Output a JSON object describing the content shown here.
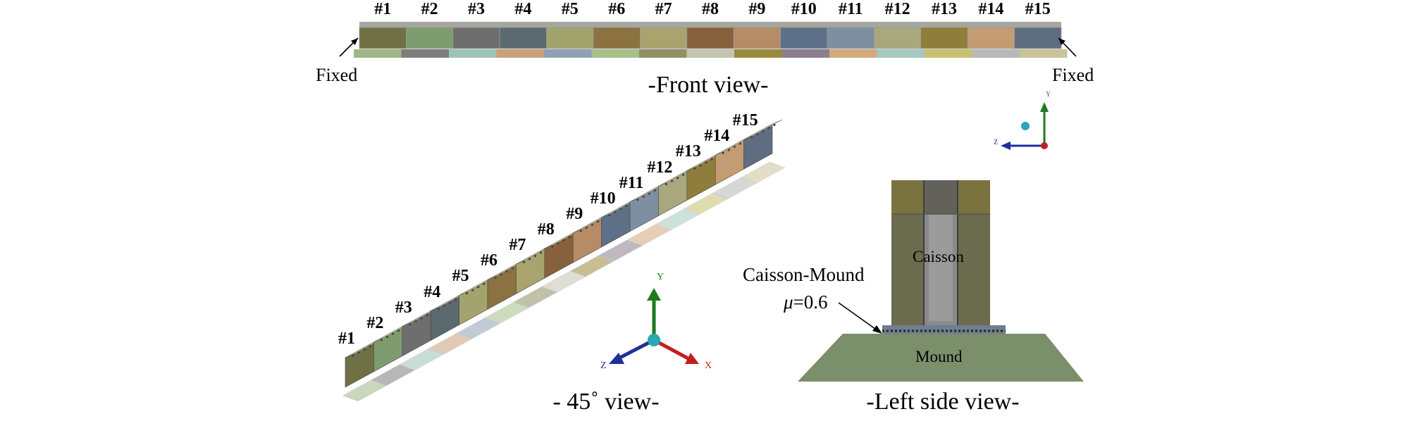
{
  "caisson_labels": [
    "#1",
    "#2",
    "#3",
    "#4",
    "#5",
    "#6",
    "#7",
    "#8",
    "#9",
    "#10",
    "#11",
    "#12",
    "#13",
    "#14",
    "#15"
  ],
  "front_view": {
    "title": "-Front view-",
    "fixed_left": "Fixed",
    "fixed_right": "Fixed",
    "top_colors": [
      "#6f7044",
      "#7f9c6e",
      "#6e6e6e",
      "#5a6a6e",
      "#a3a36e",
      "#8b7240",
      "#a9a46e",
      "#87613e",
      "#b58c66",
      "#5d7088",
      "#7d8fa0",
      "#a8a87c",
      "#8f7d3b",
      "#c49c73",
      "#5e6e80"
    ],
    "bottom_colors": [
      "#9db886",
      "#7d7d7d",
      "#9dc3b8",
      "#c9a07a",
      "#8fa0b5",
      "#a7c08a",
      "#8f8f62",
      "#c4c4b3",
      "#9a8a3c",
      "#8b7f8d",
      "#d4a97e",
      "#a5c9c0",
      "#c9c06f",
      "#b8b8b8",
      "#c9c39a"
    ]
  },
  "oblique_view": {
    "title": "- 45˚ view-",
    "axis_y": "Y",
    "axis_z": "Z",
    "axis_x": "X"
  },
  "side_view": {
    "title": "-Left side view-",
    "caisson_label": "Caisson",
    "mound_label": "Mound",
    "interface_label": "Caisson-Mound",
    "friction_symbol": "μ",
    "friction_value": "=0.6"
  },
  "triad_small": {
    "axis_y": "Y",
    "axis_z": "Z"
  },
  "colors": {
    "caisson_fill": "#6b6b4e",
    "caisson_top": "#7a7340",
    "caisson_core": "#858585",
    "mound_fill": "#7a8f6a",
    "axis_y": "#1f7a1f",
    "axis_z": "#1f2f9a",
    "axis_x": "#c01f1f"
  }
}
